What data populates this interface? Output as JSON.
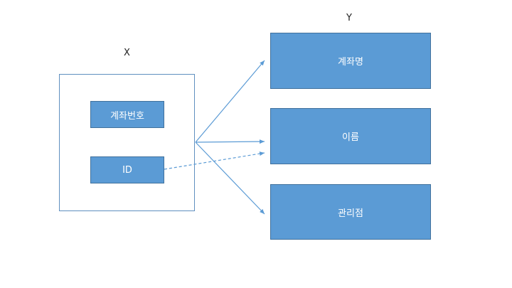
{
  "group_x": {
    "label": "X"
  },
  "group_y": {
    "label": "Y"
  },
  "x_attributes": [
    {
      "label": "계좌번호"
    },
    {
      "label": "ID"
    }
  ],
  "y_attributes": [
    {
      "label": "계좌명"
    },
    {
      "label": "이름"
    },
    {
      "label": "관리점"
    }
  ],
  "colors": {
    "box_fill": "#5b9bd5",
    "box_border": "#41719c",
    "arrow": "#5b9bd5",
    "container_border": "#5f8fbf"
  },
  "dependencies": [
    {
      "from": "X",
      "to": "계좌명",
      "style": "solid"
    },
    {
      "from": "X",
      "to": "이름",
      "style": "solid"
    },
    {
      "from": "X",
      "to": "관리점",
      "style": "solid"
    },
    {
      "from": "ID",
      "to": "이름",
      "style": "dashed"
    }
  ]
}
